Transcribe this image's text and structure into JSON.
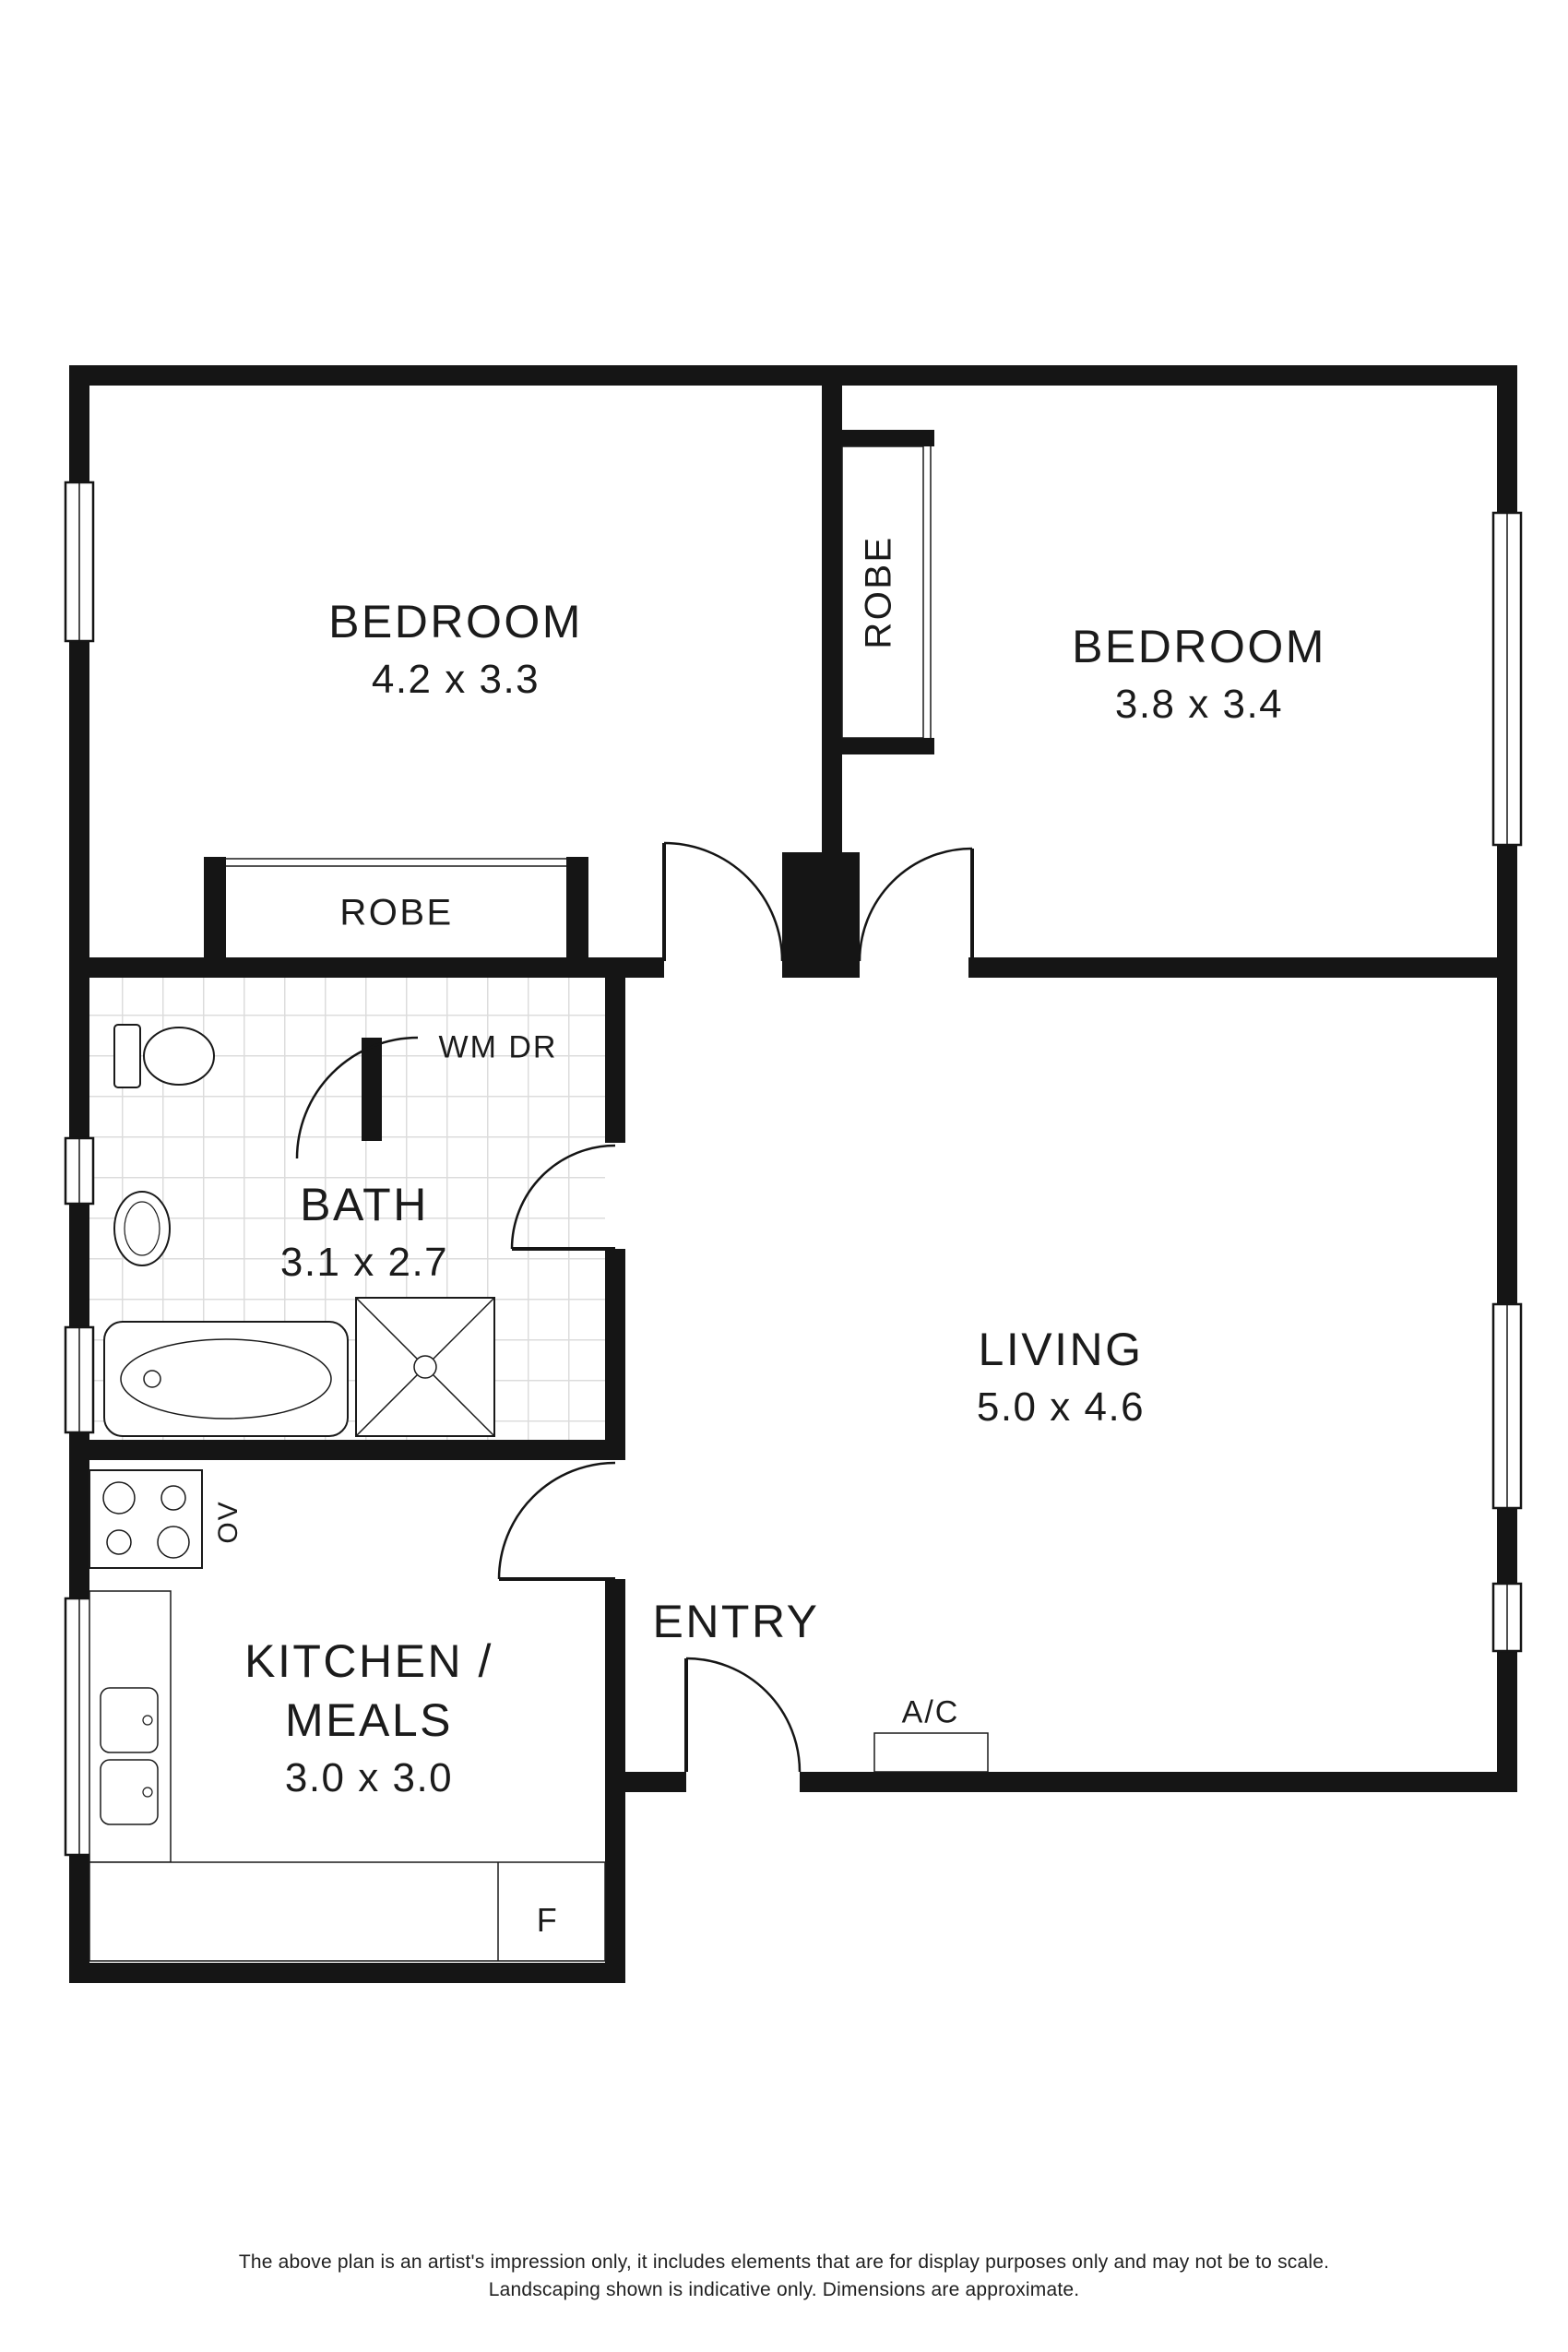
{
  "plan": {
    "rooms": [
      {
        "name": "BEDROOM",
        "dims": "4.2 x 3.3"
      },
      {
        "name": "BEDROOM",
        "dims": "3.8 x 3.4"
      },
      {
        "name": "LIVING",
        "dims": "5.0 x 4.6"
      },
      {
        "name": "BATH",
        "dims": "3.1 x 2.7"
      },
      {
        "name": "KITCHEN /",
        "name2": "MEALS",
        "dims": "3.0 x 3.0"
      },
      {
        "name": "ENTRY"
      }
    ],
    "markers": {
      "robe_bedroom1": "ROBE",
      "robe_bedroom2": "ROBE",
      "laundry": "WM DR",
      "oven": "OV",
      "fridge": "F",
      "air_conditioner": "A/C"
    },
    "colors": {
      "wall": "#151515",
      "fixture_line": "#1a1a1a",
      "tile_line": "#dcdcdc"
    }
  },
  "footer": {
    "line1": "The above plan is an artist's impression only, it includes elements that are for display purposes only and may not be to scale.",
    "line2": "Landscaping shown is indicative only. Dimensions are approximate."
  }
}
